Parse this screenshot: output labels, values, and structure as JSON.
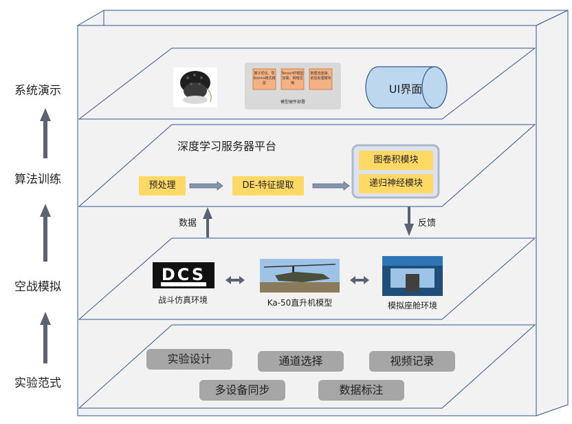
{
  "side_labels": {
    "system_demo": "系统演示",
    "algorithm_training": "算法训练",
    "air_combat_sim": "空战模拟",
    "experiment_paradigm": "实验范式"
  },
  "layer_top": {
    "deployment_boxes": [
      "算子优化、导出onnx格式模型",
      "TensorRT模型加载、网络压缩",
      "数据流连接、前后处理模块"
    ],
    "deployment_caption": "模型硬件部署",
    "ui_label": "UI界面"
  },
  "layer_algo": {
    "title": "深度学习服务器平台",
    "preprocess": "预处理",
    "feature": "DE-特征提取",
    "gcn": "图卷积模块",
    "rnn": "递归神经模块"
  },
  "links": {
    "data": "数据",
    "feedback": "反馈"
  },
  "layer_sim": {
    "dcs_caption": "战斗仿真环境",
    "heli_caption": "Ka-50直升机模型",
    "cockpit_caption": "模拟座舱环境"
  },
  "layer_paradigm": {
    "buttons": [
      "实验设计",
      "通道选择",
      "视频记录",
      "多设备同步",
      "数据标注"
    ]
  },
  "colors": {
    "panel_fill": "#f2f2f2",
    "panel_stroke": "#2f5597",
    "module_yellow": "#ffd966",
    "button_gray": "#a6a6a6",
    "arrow_gray": "#5b6370"
  }
}
